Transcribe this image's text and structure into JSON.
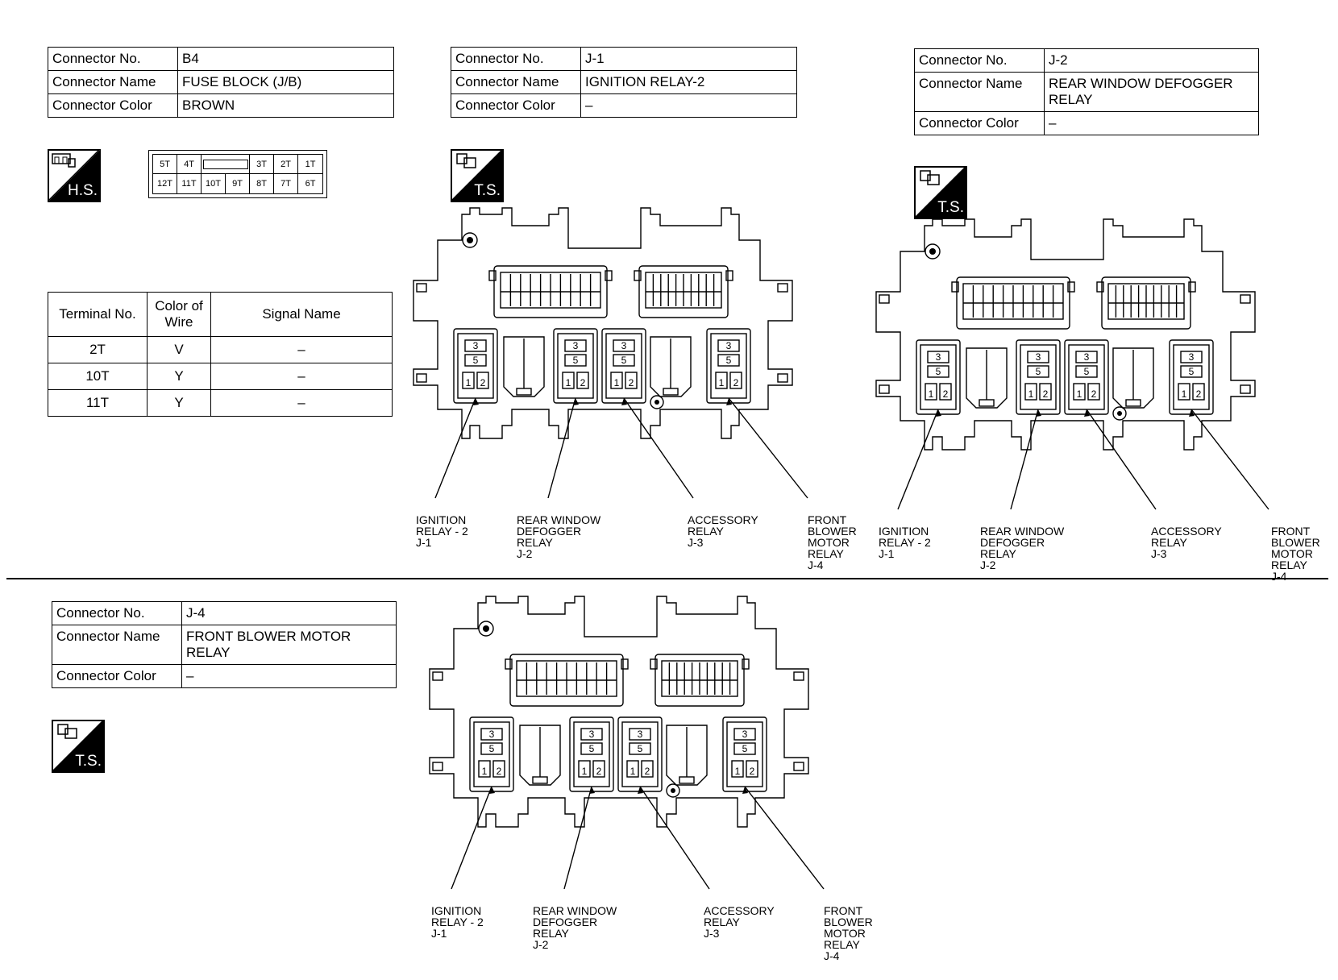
{
  "connectors": {
    "b4": {
      "no_label": "Connector No.",
      "no": "B4",
      "name_label": "Connector Name",
      "name": "FUSE BLOCK (J/B)",
      "color_label": "Connector Color",
      "color": "BROWN",
      "badge": "H.S.",
      "pins_top": [
        "5T",
        "4T",
        "3T",
        "2T",
        "1T"
      ],
      "pins_bottom": [
        "12T",
        "11T",
        "10T",
        "9T",
        "8T",
        "7T",
        "6T"
      ]
    },
    "j1": {
      "no_label": "Connector No.",
      "no": "J-1",
      "name_label": "Connector Name",
      "name": "IGNITION RELAY-2",
      "color_label": "Connector Color",
      "color": "–",
      "badge": "T.S."
    },
    "j2": {
      "no_label": "Connector No.",
      "no": "J-2",
      "name_label": "Connector Name",
      "name": "REAR WINDOW DEFOGGER RELAY",
      "color_label": "Connector Color",
      "color": "–",
      "badge": "T.S."
    },
    "j4": {
      "no_label": "Connector No.",
      "no": "J-4",
      "name_label": "Connector Name",
      "name": "FRONT BLOWER MOTOR RELAY",
      "color_label": "Connector Color",
      "color": "–",
      "badge": "T.S."
    }
  },
  "terminal_table": {
    "headers": [
      "Terminal No.",
      "Color of Wire",
      "Signal Name"
    ],
    "rows": [
      {
        "terminal": "2T",
        "color": "V",
        "signal": "–"
      },
      {
        "terminal": "10T",
        "color": "Y",
        "signal": "–"
      },
      {
        "terminal": "11T",
        "color": "Y",
        "signal": "–"
      }
    ]
  },
  "relay_block": {
    "relay_terminals": [
      "3",
      "5",
      "1",
      "2"
    ],
    "callouts": [
      [
        "IGNITION",
        "RELAY - 2",
        "J-1"
      ],
      [
        "REAR WINDOW",
        "DEFOGGER",
        "RELAY",
        "J-2"
      ],
      [
        "ACCESSORY",
        "RELAY",
        "J-3"
      ],
      [
        "FRONT",
        "BLOWER",
        "MOTOR",
        "RELAY",
        "J-4"
      ]
    ]
  }
}
